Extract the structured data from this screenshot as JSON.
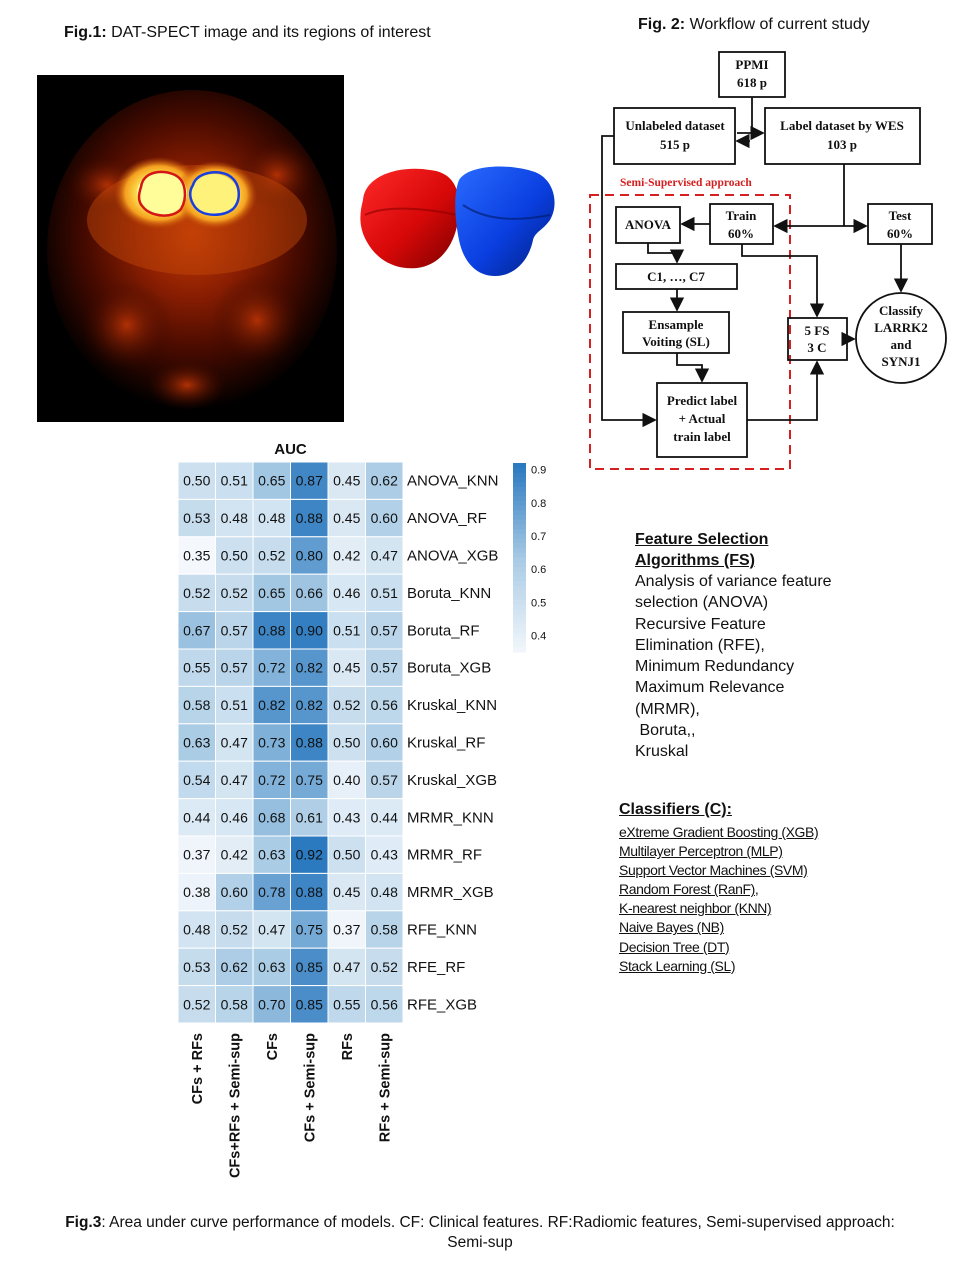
{
  "fig1": {
    "label": "Fig.1:",
    "text": "DAT-SPECT image and its regions of interest"
  },
  "fig2": {
    "label": "Fig. 2:",
    "text": "Workflow of current study",
    "nodes": {
      "ppmi_1": "PPMI",
      "ppmi_2": "618 p",
      "unlabeled_1": "Unlabeled dataset",
      "unlabeled_2": "515 p",
      "labeled_1": "Label dataset by WES",
      "labeled_2": "103 p",
      "semi": "Semi-Supervised approach",
      "anova": "ANOVA",
      "train_1": "Train",
      "train_2": "60%",
      "test_1": "Test",
      "test_2": "60%",
      "c17": "C1, …, C7",
      "ens_1": "Ensample",
      "ens_2": "Voiting (SL)",
      "fs_1": "5 FS",
      "fs_2": "3 C",
      "classify_1": "Classify",
      "classify_2": "LARRK2",
      "classify_3": "and",
      "classify_4": "SYNJ1",
      "pred_1": "Predict label",
      "pred_2": "+ Actual",
      "pred_3": "train label"
    }
  },
  "fs": {
    "title_1": "Feature Selection",
    "title_2": "Algorithms (FS)",
    "lines": [
      "Analysis of variance  feature",
      "selection (ANOVA)",
      "Recursive  Feature",
      "Elimination (RFE),",
      "Minimum Redundancy",
      "Maximum Relevance",
      "(MRMR),",
      " Boruta,,",
      "Kruskal"
    ]
  },
  "classifiers": {
    "title": "Classifiers  (C):",
    "items": [
      "eXtreme Gradient Boosting (XGB)",
      "Multilayer Perceptron (MLP)",
      "Support Vector Machines (SVM)",
      "Random Forest (RanF),",
      "K-nearest neighbor (KNN)",
      "Naive Bayes (NB)",
      "Decision Tree (DT)",
      "Stack Learning (SL)"
    ]
  },
  "caption": {
    "label": "Fig.3",
    "text": ": Area under curve  performance  of models. CF: Clinical features. RF:Radiomic features, Semi-supervised  approach: Semi-sup"
  },
  "chart_data": {
    "type": "heatmap",
    "title": "AUC",
    "columns": [
      "CFs + RFs",
      "CFs+RFs + Semi-sup",
      "CFs",
      "CFs + Semi-sup",
      "RFs",
      "RFs + Semi-sup"
    ],
    "rows": [
      "ANOVA_KNN",
      "ANOVA_RF",
      "ANOVA_XGB",
      "Boruta_KNN",
      "Boruta_RF",
      "Boruta_XGB",
      "Kruskal_KNN",
      "Kruskal_RF",
      "Kruskal_XGB",
      "MRMR_KNN",
      "MRMR_RF",
      "MRMR_XGB",
      "RFE_KNN",
      "RFE_RF",
      "RFE_XGB"
    ],
    "values": [
      [
        "0.50",
        "0.51",
        "0.65",
        "0.87",
        "0.45",
        "0.62"
      ],
      [
        "0.53",
        "0.48",
        "0.48",
        "0.88",
        "0.45",
        "0.60"
      ],
      [
        "0.35",
        "0.50",
        "0.52",
        "0.80",
        "0.42",
        "0.47"
      ],
      [
        "0.52",
        "0.52",
        "0.65",
        "0.66",
        "0.46",
        "0.51"
      ],
      [
        "0.67",
        "0.57",
        "0.88",
        "0.90",
        "0.51",
        "0.57"
      ],
      [
        "0.55",
        "0.57",
        "0.72",
        "0.82",
        "0.45",
        "0.57"
      ],
      [
        "0.58",
        "0.51",
        "0.82",
        "0.82",
        "0.52",
        "0.56"
      ],
      [
        "0.63",
        "0.47",
        "0.73",
        "0.88",
        "0.50",
        "0.60"
      ],
      [
        "0.54",
        "0.47",
        "0.72",
        "0.75",
        "0.40",
        "0.57"
      ],
      [
        "0.44",
        "0.46",
        "0.68",
        "0.61",
        "0.43",
        "0.44"
      ],
      [
        "0.37",
        "0.42",
        "0.63",
        "0.92",
        "0.50",
        "0.43"
      ],
      [
        "0.38",
        "0.60",
        "0.78",
        "0.88",
        "0.45",
        "0.48"
      ],
      [
        "0.48",
        "0.52",
        "0.47",
        "0.75",
        "0.37",
        "0.58"
      ],
      [
        "0.53",
        "0.62",
        "0.63",
        "0.85",
        "0.47",
        "0.52"
      ],
      [
        "0.52",
        "0.58",
        "0.70",
        "0.85",
        "0.55",
        "0.56"
      ]
    ],
    "colorbar_ticks": [
      "0.9",
      "0.8",
      "0.7",
      "0.6",
      "0.5",
      "0.4"
    ],
    "color_range": [
      0.35,
      0.92
    ],
    "colors": {
      "low": "#f4f8fc",
      "mid": "#a9cbe5",
      "high": "#2b79bf"
    }
  }
}
